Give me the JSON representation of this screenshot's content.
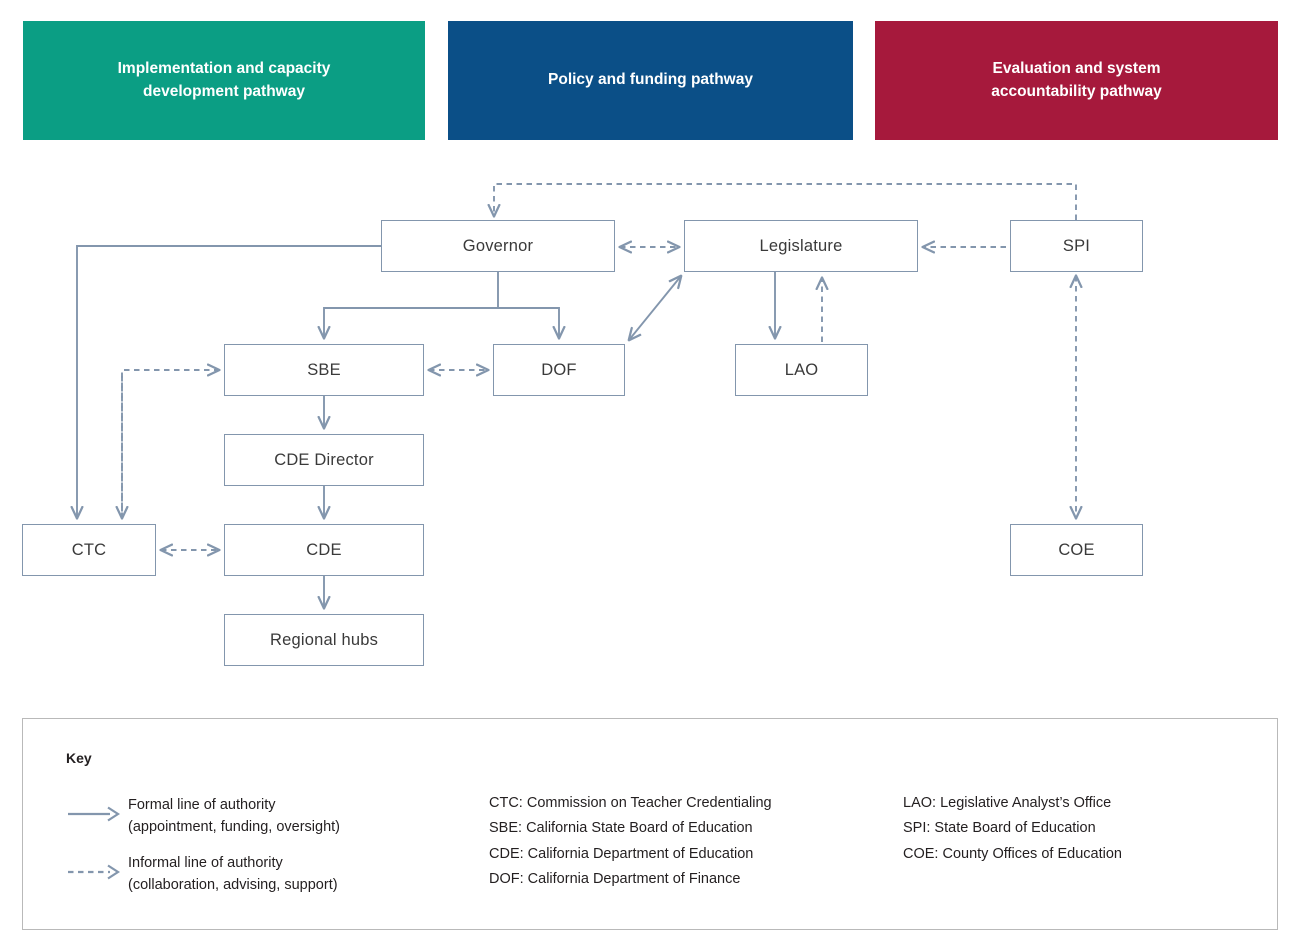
{
  "banners": [
    {
      "id": "implementation",
      "line1": "Implementation and capacity",
      "line2": "development pathway",
      "color": "#0b9e84"
    },
    {
      "id": "policy",
      "line1": "Policy and funding pathway",
      "line2": "",
      "color": "#0b4f87"
    },
    {
      "id": "evaluation",
      "line1": "Evaluation and system",
      "line2": "accountability pathway",
      "color": "#a6193c"
    }
  ],
  "nodes": {
    "governor": "Governor",
    "legislature": "Legislature",
    "spi": "SPI",
    "sbe": "SBE",
    "dof": "DOF",
    "lao": "LAO",
    "cde_director": "CDE Director",
    "ctc": "CTC",
    "cde": "CDE",
    "coe": "COE",
    "regional_hubs": "Regional hubs"
  },
  "edges": [
    {
      "from": "SPI",
      "to": "Governor",
      "style": "informal",
      "direction": "one-way"
    },
    {
      "from": "Governor",
      "to": "Legislature",
      "style": "informal",
      "direction": "two-way"
    },
    {
      "from": "SPI",
      "to": "Legislature",
      "style": "informal",
      "direction": "one-way"
    },
    {
      "from": "Governor",
      "to": "SBE",
      "style": "formal",
      "direction": "one-way"
    },
    {
      "from": "Governor",
      "to": "DOF",
      "style": "formal",
      "direction": "one-way"
    },
    {
      "from": "Governor",
      "to": "CTC",
      "style": "formal",
      "direction": "one-way"
    },
    {
      "from": "SBE",
      "to": "DOF",
      "style": "informal",
      "direction": "two-way"
    },
    {
      "from": "DOF",
      "to": "Legislature",
      "style": "formal",
      "direction": "two-way"
    },
    {
      "from": "Legislature",
      "to": "LAO",
      "style": "formal",
      "direction": "one-way"
    },
    {
      "from": "LAO",
      "to": "Legislature",
      "style": "informal",
      "direction": "one-way"
    },
    {
      "from": "SBE",
      "to": "CDE Director",
      "style": "formal",
      "direction": "one-way"
    },
    {
      "from": "CDE Director",
      "to": "CDE",
      "style": "formal",
      "direction": "one-way"
    },
    {
      "from": "CDE",
      "to": "Regional hubs",
      "style": "formal",
      "direction": "one-way"
    },
    {
      "from": "CTC",
      "to": "CDE",
      "style": "informal",
      "direction": "two-way"
    },
    {
      "from": "CTC",
      "to": "SBE",
      "style": "informal",
      "direction": "one-way"
    },
    {
      "from": "SPI",
      "to": "COE",
      "style": "informal",
      "direction": "two-way"
    }
  ],
  "key": {
    "title": "Key",
    "formal": {
      "line1": "Formal line of authority",
      "line2": "(appointment, funding, oversight)"
    },
    "informal": {
      "line1": "Informal line of authority",
      "line2": "(collaboration, advising, support)"
    },
    "abbreviations_col1": [
      "CTC: Commission on Teacher Credentialing",
      "SBE: California State Board of Education",
      "CDE: California Department of Education",
      "DOF: California Department of Finance"
    ],
    "abbreviations_col2": [
      "LAO: Legislative Analyst’s Office",
      "SPI: State Board of Education",
      "COE: County Offices of Education"
    ]
  },
  "colors": {
    "line": "#8396ad",
    "green": "#0b9e84",
    "blue": "#0b4f87",
    "red": "#a6193c",
    "key_border": "#b9b9b9"
  }
}
